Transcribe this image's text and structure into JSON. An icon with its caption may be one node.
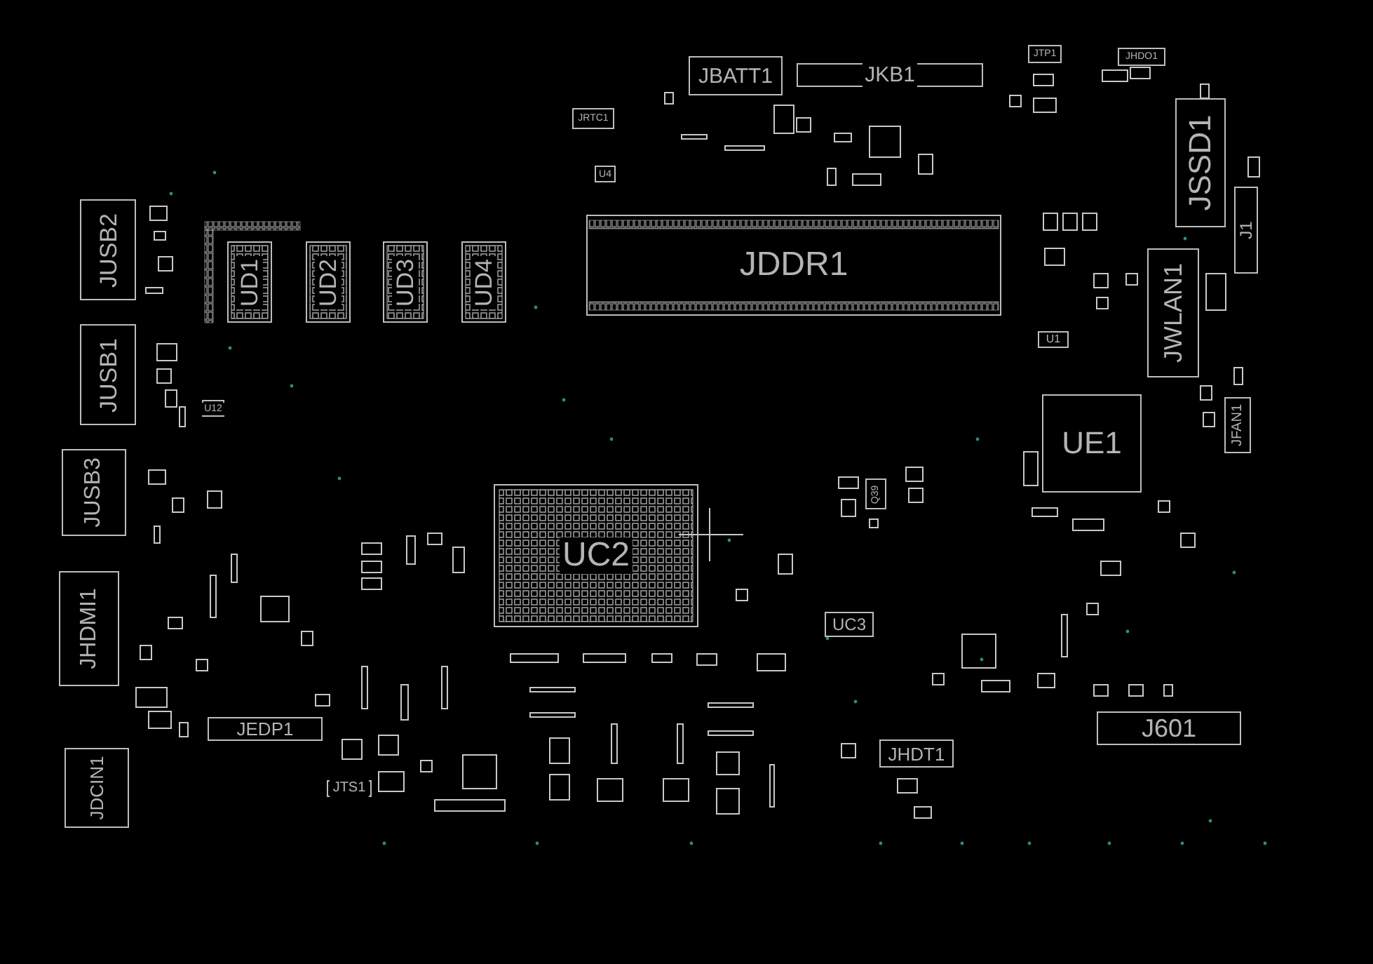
{
  "diagram": {
    "nodes": [
      {
        "text": [
          "JBATT1"
        ]
      },
      {
        "text": [
          "JKB1"
        ]
      },
      {
        "text": [
          "JTP1"
        ]
      },
      {
        "text": [
          "JHDO1"
        ]
      },
      {
        "text": [
          "JRTC1"
        ]
      },
      {
        "text": [
          "U4"
        ]
      },
      {
        "text": [
          "JSSD1"
        ]
      },
      {
        "text": [
          "J1"
        ]
      },
      {
        "text": [
          "JUSB2"
        ]
      },
      {
        "text": [
          "UD1"
        ]
      },
      {
        "text": [
          "UD2"
        ]
      },
      {
        "text": [
          "UD3"
        ]
      },
      {
        "text": [
          "UD4"
        ]
      },
      {
        "text": [
          "JDDR1"
        ]
      },
      {
        "text": [
          "JWLAN1"
        ]
      },
      {
        "text": [
          "U1"
        ]
      },
      {
        "text": [
          "JUSB1"
        ]
      },
      {
        "text": [
          "U12"
        ]
      },
      {
        "text": [
          "UE1"
        ]
      },
      {
        "text": [
          "JFAN1"
        ]
      },
      {
        "text": [
          "JUSB3"
        ]
      },
      {
        "text": [
          "UC2"
        ]
      },
      {
        "text": [
          "Q39"
        ]
      },
      {
        "text": [
          "JHDMI1"
        ]
      },
      {
        "text": [
          "UC3"
        ]
      },
      {
        "text": [
          "JEDP1"
        ]
      },
      {
        "text": [
          "J601"
        ]
      },
      {
        "text": [
          "JHDT1"
        ]
      },
      {
        "text": [
          "JDCIN1"
        ]
      },
      {
        "text": [
          "JTS1"
        ]
      }
    ]
  }
}
